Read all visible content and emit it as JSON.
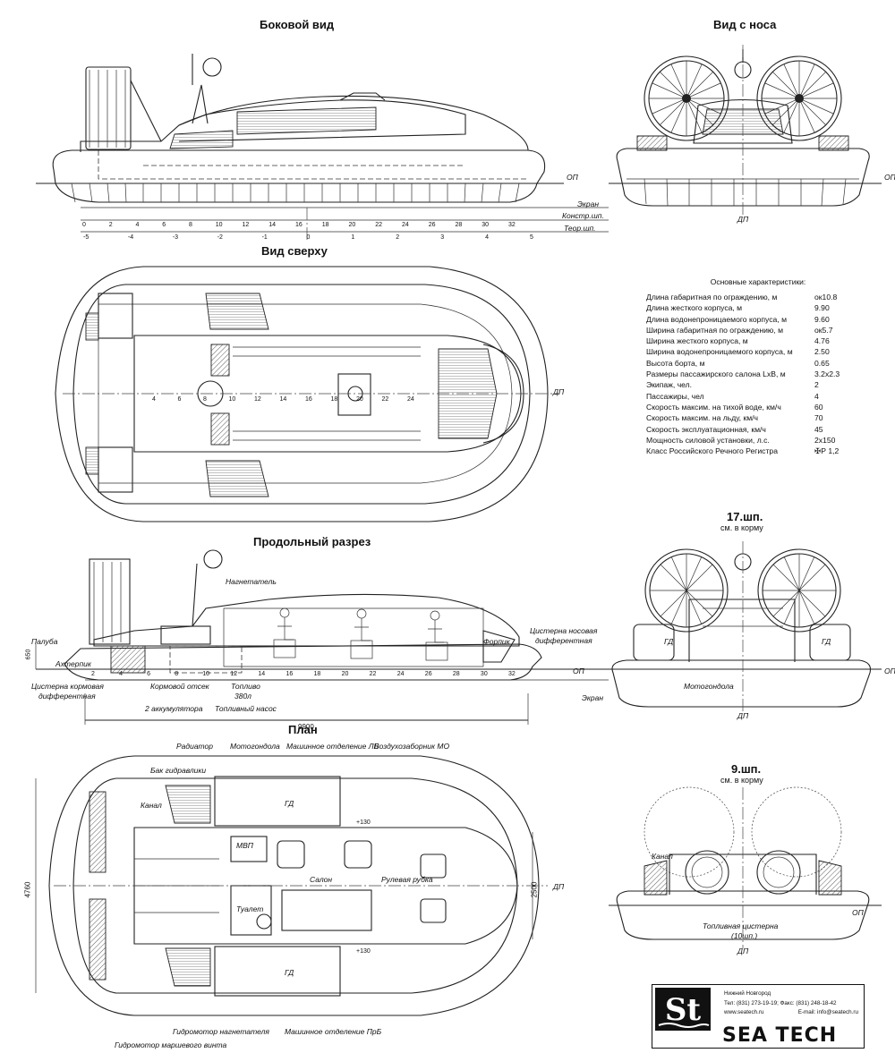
{
  "views": {
    "side": "Боковой вид",
    "front": "Вид с носа",
    "top": "Вид сверху",
    "section": "Продольный разрез",
    "plan": "План",
    "frame17": "17.шп.",
    "frame9": "9.шп.",
    "aft_note": "см. в корму"
  },
  "side_lines": {
    "op": "ОП",
    "dp": "ДП",
    "ekran": "Экран",
    "konstr": "Констр.шп.",
    "teor": "Теор.шп."
  },
  "constr_ticks": [
    "0",
    "2",
    "4",
    "6",
    "8",
    "10",
    "12",
    "14",
    "16",
    "18",
    "20",
    "22",
    "24",
    "26",
    "28",
    "30",
    "32"
  ],
  "teor_ticks": [
    "-5",
    "-4",
    "-3",
    "-2",
    "-1",
    "0",
    "1",
    "2",
    "3",
    "4",
    "5"
  ],
  "top_ticks": [
    "4",
    "6",
    "8",
    "10",
    "12",
    "14",
    "16",
    "18",
    "20",
    "22",
    "24"
  ],
  "section_ticks": [
    "2",
    "4",
    "6",
    "8",
    "10",
    "12",
    "14",
    "16",
    "18",
    "20",
    "22",
    "24",
    "26",
    "28",
    "30",
    "32"
  ],
  "section_labels": {
    "nagnetatel": "Нагнетатель",
    "palub": "Палуба",
    "akhterpik": "Ахтерпик",
    "cist_korm": "Цистерна кормовая",
    "cist_korm2": "дифферентная",
    "korm_otsek": "Кормовой отсек",
    "toplivo": "Топливо",
    "toplivo_vol": "380л",
    "akkum": "2 аккумулятора",
    "nasos": "Топливный насос",
    "fornik": "Форпик",
    "cist_nos": "Цистерна носовая",
    "cist_nos2": "дифферентная",
    "dim_650": "650",
    "dim_9900": "9900"
  },
  "plan_labels": {
    "radiator": "Радиатор",
    "motogondola": "Мотогондола",
    "mash_lb": "Машинное отделение ЛБ",
    "vozdukh": "Воздухозаборник МО",
    "bak": "Бак гидравлики",
    "kanal": "Канал",
    "gd": "ГД",
    "mvp": "МВП",
    "salon": "Салон",
    "rulevaya": "Рулевая рубка",
    "tualet": "Туалет",
    "p130": "+130",
    "gidro_nag": "Гидромотор нагнетателя",
    "gidro_marsh": "Гидромотор маршевого винта",
    "mash_prb": "Машинное отделение ПрБ",
    "dim_4760": "4760",
    "dim_2500": "2500"
  },
  "frame_labels": {
    "motogondola": "Мотогондола",
    "kanal": "Канал",
    "topl_cist": "Топливная цистерна",
    "topl_cist2": "(10шп.)",
    "gd": "ГД"
  },
  "specs": {
    "header": "Основные характеристики:",
    "rows": [
      {
        "label": "Длина габаритная по ограждению, м",
        "value": "ок10.8"
      },
      {
        "label": "Длина жесткого корпуса, м",
        "value": "9.90"
      },
      {
        "label": "Длина водонепроницаемого корпуса, м",
        "value": "9.60"
      },
      {
        "label": "Ширина габаритная по ограждению, м",
        "value": "ок5.7"
      },
      {
        "label": "Ширина жесткого корпуса, м",
        "value": "4.76"
      },
      {
        "label": "Ширина водонепроницаемого корпуса, м",
        "value": "2.50"
      },
      {
        "label": "Высота борта, м",
        "value": "0.65"
      },
      {
        "label": "Размеры пассажирского салона LxB, м",
        "value": "3.2x2.3"
      },
      {
        "label": "Экипаж, чел.",
        "value": "2"
      },
      {
        "label": "Пассажиры, чел",
        "value": "4"
      },
      {
        "label": "Скорость максим. на тихой воде, км/ч",
        "value": "60"
      },
      {
        "label": "Скорость максим. на льду, км/ч",
        "value": "70"
      },
      {
        "label": "Скорость эксплуатационная, км/ч",
        "value": "45"
      },
      {
        "label": "Мощность силовой установки, л.с.",
        "value": "2x150"
      },
      {
        "label": "Класс Российского Речного Регистра",
        "value": "✠Р 1,2"
      }
    ]
  },
  "stamp": {
    "city": "Нижний Новгород",
    "phone": "Тел: (831) 273-19-19; Факс: (831) 248-18-42",
    "web": "www.seatech.ru",
    "email": "E-mail: info@seatech.ru",
    "brand": "SEA TECH"
  }
}
